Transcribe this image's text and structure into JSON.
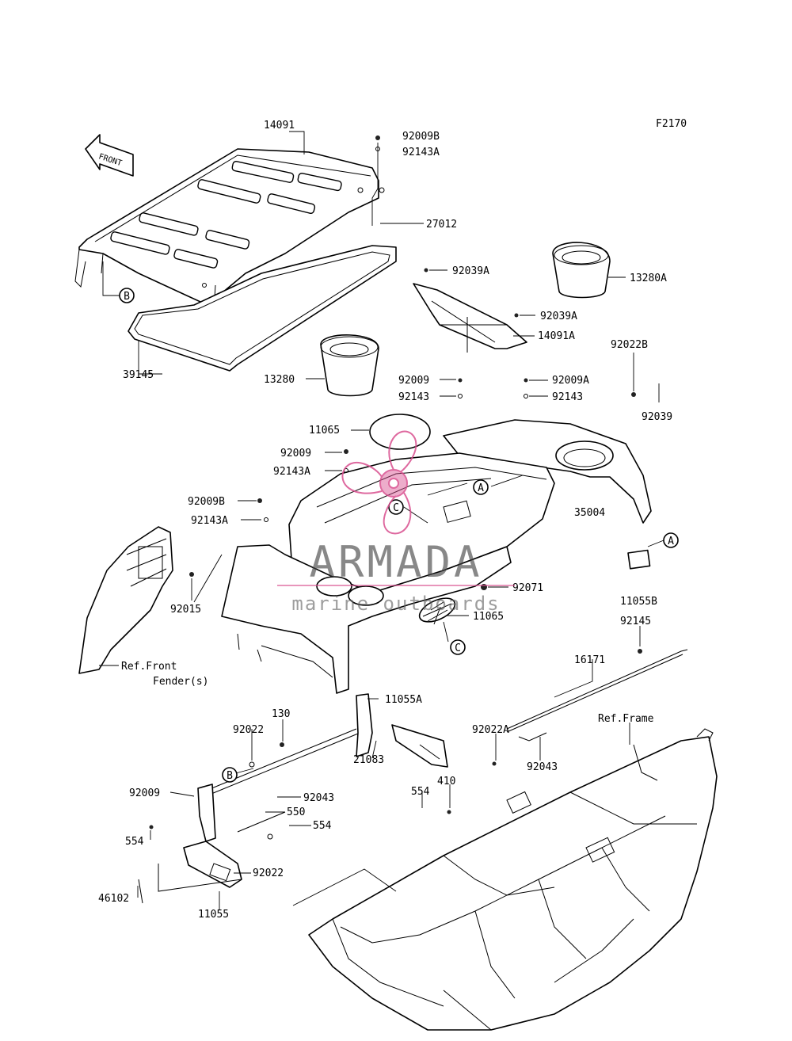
{
  "figure_code": "F2170",
  "front_arrow_label": "FRONT",
  "watermark": {
    "brand": "ARMADA",
    "tagline": "marine outboards",
    "accent_color": "#d94f8f"
  },
  "circle_refs": [
    "B",
    "A",
    "C",
    "A",
    "C",
    "B"
  ],
  "labels": {
    "p14091": "14091",
    "p92009B_top": "92009B",
    "p92143A_top": "92143A",
    "p27012": "27012",
    "p92039A_1": "92039A",
    "p13280A": "13280A",
    "p92039A_2": "92039A",
    "p14091A": "14091A",
    "p39145": "39145",
    "p13280": "13280",
    "p92009_mid": "92009",
    "p92143_mid": "92143",
    "p92009A": "92009A",
    "p92143_right": "92143",
    "p92022B": "92022B",
    "p92039": "92039",
    "p11065_top": "11065",
    "p92009_left": "92009",
    "p92143A_left": "92143A",
    "p35004": "35004",
    "p92009B_left": "92009B",
    "p92143A_left2": "92143A",
    "p92015": "92015",
    "p92071": "92071",
    "p11065_bottom": "11065",
    "p11055B": "11055B",
    "p92145": "92145",
    "ref_front_fender_1": "Ref.Front",
    "ref_front_fender_2": "Fender(s)",
    "p16171": "16171",
    "p11055A": "11055A",
    "p130": "130",
    "p92022_top": "92022",
    "ref_frame": "Ref.Frame",
    "p92022A": "92022A",
    "p92043_right": "92043",
    "p21083": "21083",
    "p92009_bottom": "92009",
    "p92043_left": "92043",
    "p554_right": "554",
    "p410": "410",
    "p550": "550",
    "p554_mid": "554",
    "p554_left": "554",
    "p92022_bottom": "92022",
    "p46102": "46102",
    "p11055": "11055"
  }
}
